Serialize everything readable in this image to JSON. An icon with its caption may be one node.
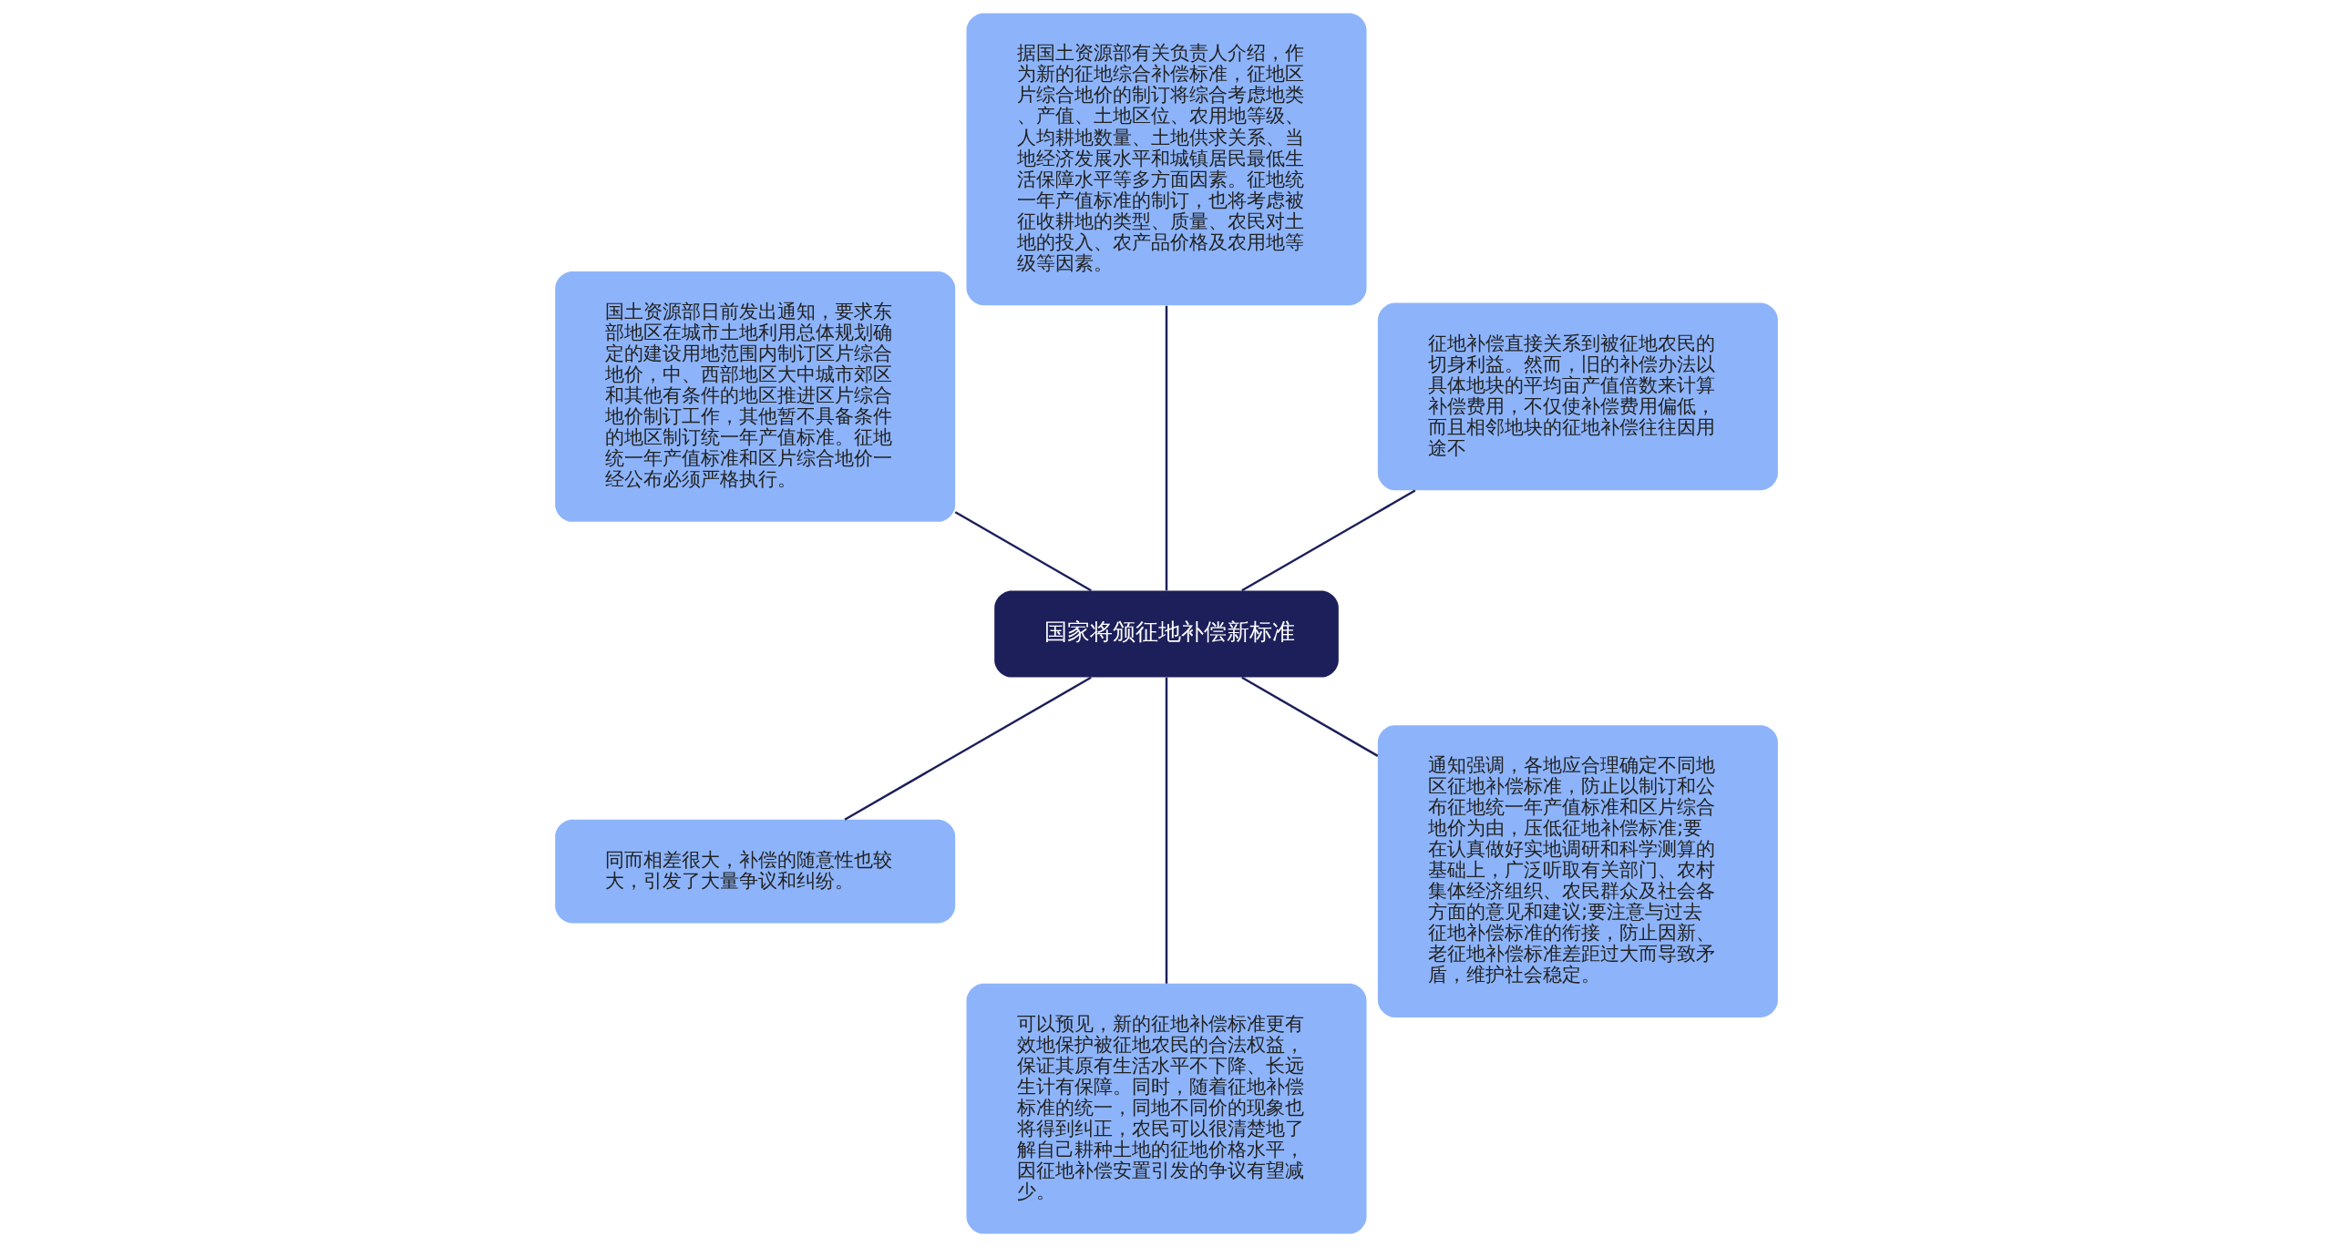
{
  "diagram": {
    "nodes": [
      {
        "text": [
          "国家将颁征地补偿新标准"
        ]
      },
      {
        "text": [
          "征地补偿直接关系到被征地农民的切身利益。然而，旧的补偿办法以具体地块的平均亩产值倍数来计算补偿费用，不仅使补偿费用偏低，而且相邻地块的征地补偿往往因用途不"
        ]
      },
      {
        "text": [
          "据国土资源部有关负责人介绍，作为新的征地综合补偿标准，征地区片综合地价的制订将综合考虑地类、产值、土地区位、农用地等级、人均耕地数量、土地供求关系、当地经济发展水平和城镇居民最低生活保障水平等多方面因素。征地统一年产值标准的制订，也将考虑被征收耕地的类型、质量、农民对土地的投入、农产品价格及农用地等级等因素。"
        ]
      },
      {
        "text": [
          "国土资源部日前发出通知，要求东部地区在城市土地利用总体规划确定的建设用地范围内制订区片综合地价，中、西部地区大中城市郊区和其他有条件的地区推进区片综合地价制订工作，其他暂不具备条件的地区制订统一年产值标准。征地统一年产值标准和区片综合地价一经公布必须严格执行。"
        ]
      },
      {
        "text": [
          "同而相差很大，补偿的随意性也较大，引发了大量争议和纠纷。"
        ]
      },
      {
        "text": [
          "可以预见，新的征地补偿标准更有效地保护被征地农民的合法权益，保证其原有生活水平不下降、长远生计有保障。同时，随着征地补偿标准的统一，同地不同价的现象也将得到纠正，农民可以很清楚地了解自己耕种土地的征地价格水平，因征地补偿安置引发的争议有望减少。"
        ]
      },
      {
        "text": [
          "通知强调，各地应合理确定不同地区征地补偿标准，防止以制订和公布征地统一年产值标准和区片综合地价为由，压低征地补偿标准;要在认真做好实地调研和科学测算的基础上，广泛听取有关部门、农村集体经济组织、农民群众及社会各方面的意见和建议;要注意与过去征地补偿标准的衔接，防止因新、老征地补偿标准差距过大而导致矛盾，维护社会稳定。"
        ]
      }
    ],
    "edges": [
      {
        "from": 0,
        "to": 1,
        "arrow": "none"
      },
      {
        "from": 0,
        "to": 2,
        "arrow": "none"
      },
      {
        "from": 0,
        "to": 3,
        "arrow": "none"
      },
      {
        "from": 0,
        "to": 4,
        "arrow": "none"
      },
      {
        "from": 0,
        "to": 5,
        "arrow": "none"
      },
      {
        "from": 0,
        "to": 6,
        "arrow": "none"
      }
    ]
  }
}
